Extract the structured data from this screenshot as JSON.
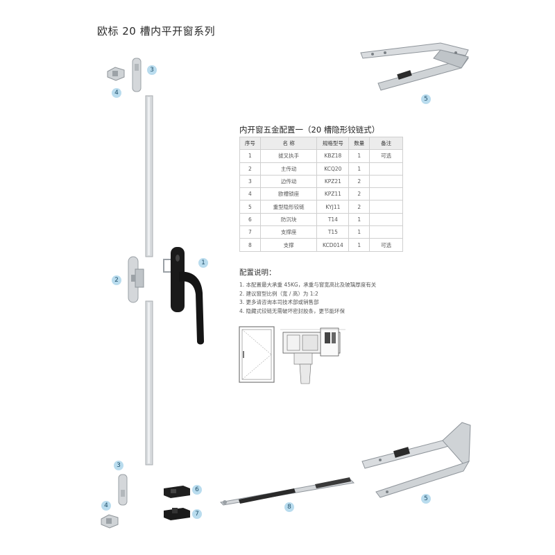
{
  "page": {
    "title": "欧标 20 槽内平开窗系列"
  },
  "config_table": {
    "title": "内开窗五金配置一（20 槽隐形铰链式）",
    "headers": [
      "序号",
      "名 称",
      "规格型号",
      "数量",
      "备注"
    ],
    "rows": [
      [
        "1",
        "拔叉执手",
        "KBZ18",
        "1",
        "可选"
      ],
      [
        "2",
        "主传动",
        "KCQ20",
        "1",
        ""
      ],
      [
        "3",
        "边传动",
        "KPZ21",
        "2",
        ""
      ],
      [
        "4",
        "欧槽锁座",
        "KPZ11",
        "2",
        ""
      ],
      [
        "5",
        "重型隐形铰链",
        "KYJ11",
        "2",
        ""
      ],
      [
        "6",
        "防沉块",
        "T14",
        "1",
        ""
      ],
      [
        "7",
        "支撑座",
        "T15",
        "1",
        ""
      ],
      [
        "8",
        "支撑",
        "KCD014",
        "1",
        "可选"
      ]
    ]
  },
  "notes": {
    "title": "配置说明：",
    "items": [
      "1. 本配置最大承重 45KG，承重与窗宽高比及玻璃厚度有关",
      "2. 建议窗型比例（宽 / 高）为 1:2",
      "3. 更多请咨询本司技术部或销售部",
      "4. 隐藏式铰链无需破坏密封胶条，更节能环保"
    ]
  },
  "callouts": {
    "handle": "1",
    "main_drive": "2",
    "side_drive_top": "3",
    "lock_seat_top": "4",
    "hinge_top": "5",
    "side_drive_bottom": "3",
    "lock_seat_bottom": "4",
    "anti_sag_block": "6",
    "support_seat": "7",
    "stay": "8",
    "hinge_bottom": "5"
  },
  "colors": {
    "callout_bg": "#b9dcee",
    "metal": "#c8ccd0",
    "handle": "#1a1a1a"
  }
}
